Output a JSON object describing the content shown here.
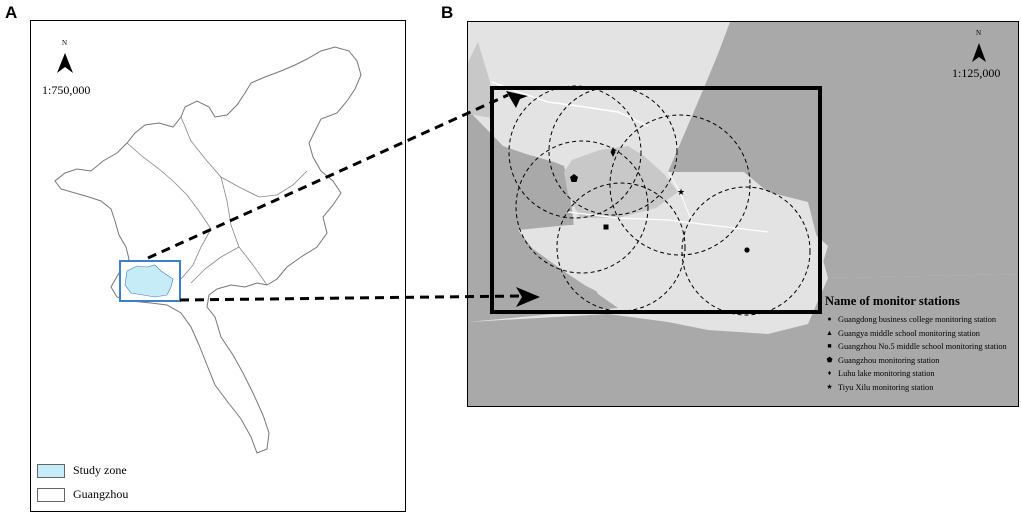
{
  "panel_a": {
    "letter": "A",
    "north_label": "N",
    "scale": "1:750,000",
    "legend": [
      {
        "label": "Study zone",
        "color": "#c6ecf7"
      },
      {
        "label": "Guangzhou",
        "color": "#ffffff"
      }
    ]
  },
  "panel_b": {
    "letter": "B",
    "north_label": "N",
    "scale": "1:125,000",
    "legend_title": "Name of monitor stations",
    "stations": [
      {
        "label": "Guangdong business college monitoring station",
        "symbol": "circle"
      },
      {
        "label": "Guangya middle school monitoring station",
        "symbol": "triangle"
      },
      {
        "label": "Guangzhou No.5 middle school monitoring station",
        "symbol": "square"
      },
      {
        "label": "Guangzhou monitoring station",
        "symbol": "pentagon"
      },
      {
        "label": "Luhu lake monitoring station",
        "symbol": "diamond"
      },
      {
        "label": "Tiyu Xilu monitoring station",
        "symbol": "star"
      }
    ]
  },
  "colors": {
    "study_zone_fill": "#c6ecf7",
    "study_zone_border": "#3d7fc8",
    "land_dark": "#a9a9a9",
    "land_light": "#e3e3e3",
    "land_mid": "#c8c8c8"
  }
}
